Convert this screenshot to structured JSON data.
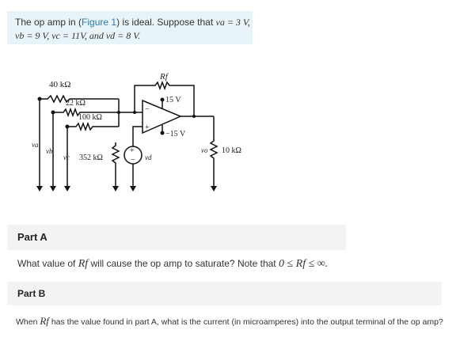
{
  "intro": {
    "text_before_link": "The op amp in (",
    "link": "Figure 1",
    "text_after_link": ") is ideal. Suppose that ",
    "line1_vals": "va = 3 V,",
    "line2": "vb = 9 V, vc = 11V, and vd = 8 V."
  },
  "circuit": {
    "r1": "40 kΩ",
    "r2": "22 kΩ",
    "r3": "100 kΩ",
    "r4": "352 kΩ",
    "rf": "Rf",
    "rl": "10 kΩ",
    "vpos": "15 V",
    "vneg": "−15 V",
    "va": "va",
    "vb": "vb",
    "vc": "vc",
    "vd": "vd",
    "vo": "vo",
    "plus": "+",
    "minus": "−"
  },
  "part_a": {
    "heading": "Part A",
    "question_before": "What value of ",
    "var": "Rf",
    "question_middle": " will cause the op amp to saturate? Note that ",
    "range": "0 ≤ Rf ≤ ∞."
  },
  "part_b": {
    "heading": "Part B",
    "question_before": "When ",
    "var": "Rf",
    "question_after": " has the value found in part A, what is the current (in microamperes) into the output terminal of the op amp?"
  }
}
